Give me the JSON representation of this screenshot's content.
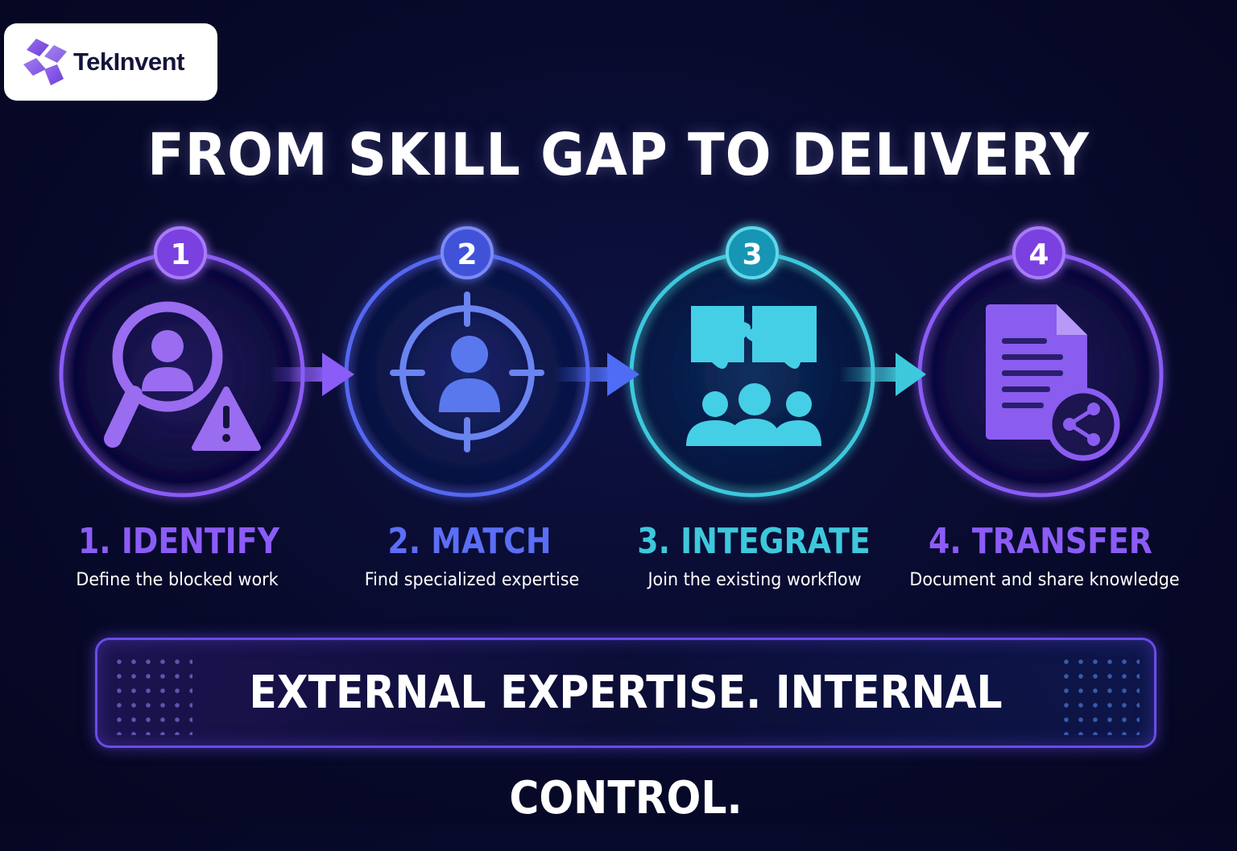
{
  "brand": {
    "name": "TekInvent",
    "color": "#7c4ddc"
  },
  "title": "FROM SKILL GAP TO DELIVERY",
  "steps": [
    {
      "number": "1",
      "title": "1. IDENTIFY",
      "description": "Define the blocked work",
      "color": "#8b5cf6",
      "icon": "search-person-warning-icon"
    },
    {
      "number": "2",
      "title": "2. MATCH",
      "description": "Find specialized expertise",
      "color": "#5b6ef5",
      "icon": "target-person-icon"
    },
    {
      "number": "3",
      "title": "3. INTEGRATE",
      "description": "Join the existing workflow",
      "color": "#3ec8dc",
      "icon": "puzzle-team-icon"
    },
    {
      "number": "4",
      "title": "4. TRANSFER",
      "description": "Document and share knowledge",
      "color": "#8b5cf6",
      "icon": "document-share-icon"
    }
  ],
  "tagline": "EXTERNAL EXPERTISE. INTERNAL CONTROL."
}
